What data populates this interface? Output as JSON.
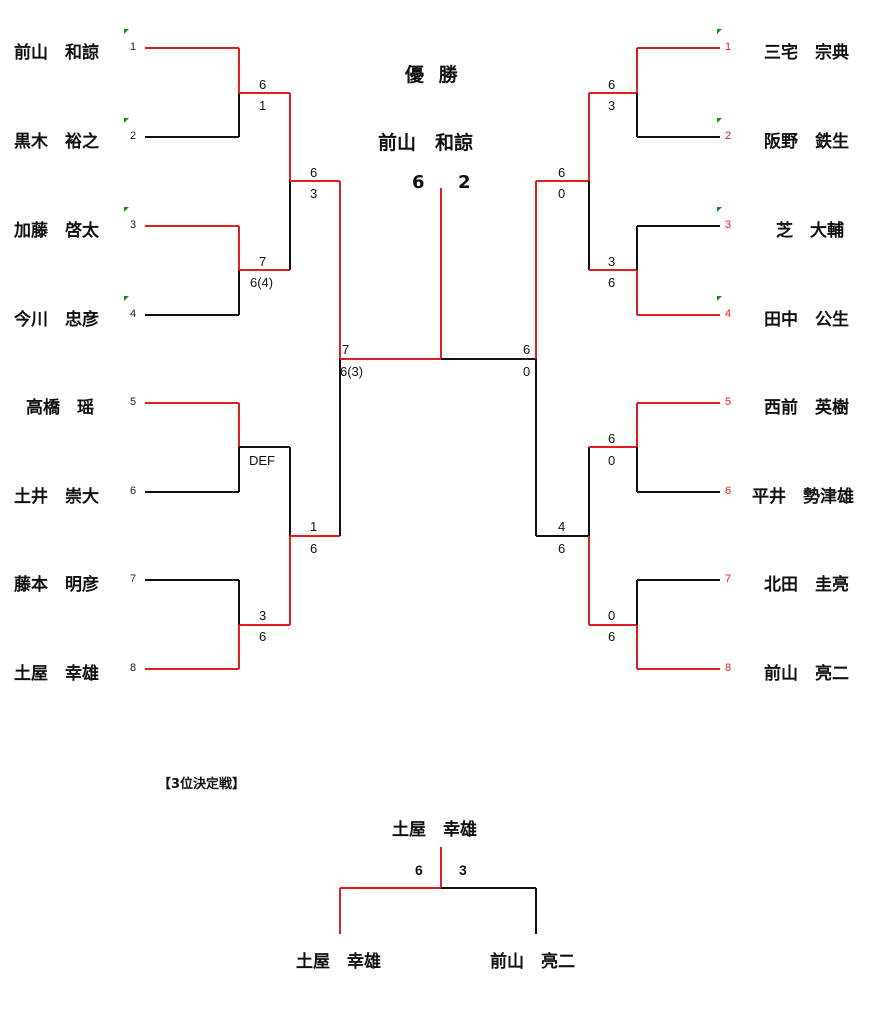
{
  "champion": {
    "title": "優 勝",
    "name": "前山　和諒",
    "score_left": "6",
    "score_right": "2"
  },
  "left_players": [
    {
      "seed": "1",
      "name": "前山　和諒"
    },
    {
      "seed": "2",
      "name": "黒木　裕之"
    },
    {
      "seed": "3",
      "name": "加藤　啓太"
    },
    {
      "seed": "4",
      "name": "今川　忠彦"
    },
    {
      "seed": "5",
      "name": "高橋　瑶"
    },
    {
      "seed": "6",
      "name": "土井　崇大"
    },
    {
      "seed": "7",
      "name": "藤本　明彦"
    },
    {
      "seed": "8",
      "name": "土屋　幸雄"
    }
  ],
  "right_players": [
    {
      "seed": "1",
      "name": "三宅　宗典"
    },
    {
      "seed": "2",
      "name": "阪野　鉄生"
    },
    {
      "seed": "3",
      "name": "芝　大輔"
    },
    {
      "seed": "4",
      "name": "田中　公生"
    },
    {
      "seed": "5",
      "name": "西前　英樹"
    },
    {
      "seed": "6",
      "name": "平井　勢津雄"
    },
    {
      "seed": "7",
      "name": "北田　圭亮"
    },
    {
      "seed": "8",
      "name": "前山　亮二"
    }
  ],
  "left_scores": {
    "r1_m1": {
      "top": "6",
      "bottom": "1"
    },
    "r1_m2": {
      "top": "7",
      "bottom": "6(4)"
    },
    "r1_m3": {
      "top": "DEF"
    },
    "r1_m4": {
      "top": "3",
      "bottom": "6"
    },
    "r2_m1": {
      "top": "6",
      "bottom": "3"
    },
    "r2_m2": {
      "top": "1",
      "bottom": "6"
    },
    "sf": {
      "top": "7",
      "bottom": "6(3)"
    }
  },
  "right_scores": {
    "r1_m1": {
      "top": "6",
      "bottom": "3"
    },
    "r1_m2": {
      "top": "3",
      "bottom": "6"
    },
    "r1_m3": {
      "top": "6",
      "bottom": "0"
    },
    "r1_m4": {
      "top": "0",
      "bottom": "6"
    },
    "r2_m1": {
      "top": "6",
      "bottom": "0"
    },
    "r2_m2": {
      "top": "4",
      "bottom": "6"
    },
    "sf": {
      "top": "6",
      "bottom": "0"
    }
  },
  "third_place": {
    "section_label": "【3位決定戦】",
    "winner": "土屋　幸雄",
    "score_left": "6",
    "score_right": "3",
    "left_player": "土屋　幸雄",
    "right_player": "前山　亮二"
  },
  "colors": {
    "winner_line": "#e02020",
    "loser_line": "#111111",
    "seed_marker": "#1a8a1a"
  }
}
